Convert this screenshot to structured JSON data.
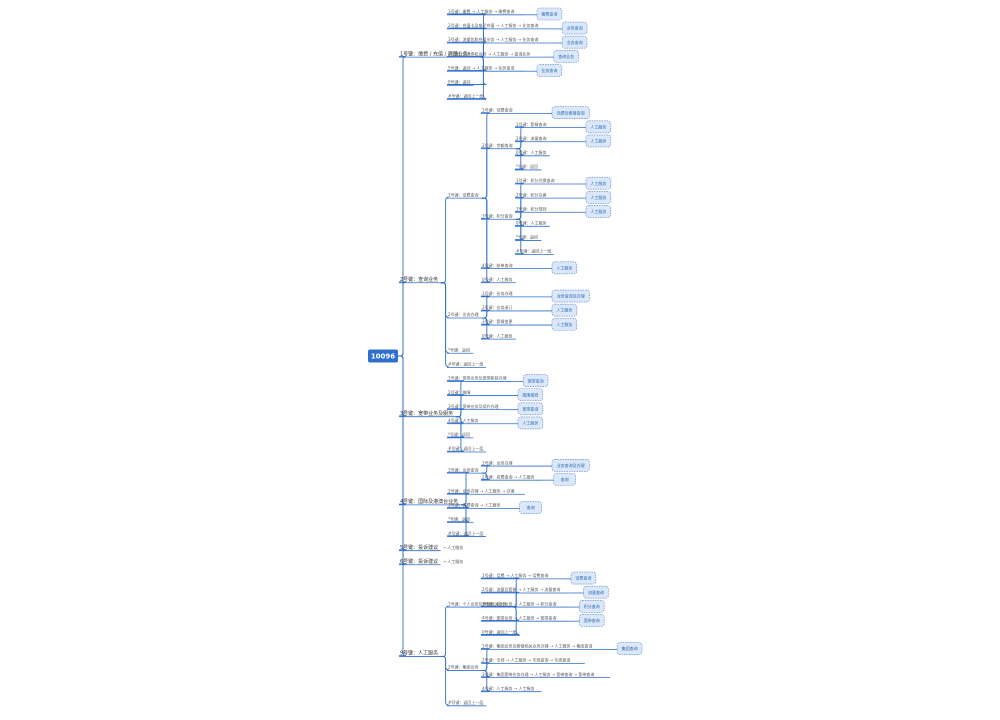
{
  "root": {
    "label": "10096"
  },
  "colors": {
    "line": "#2f6fce",
    "box_fill": "#dbe7fb",
    "box_border": "#5b82c4",
    "root_fill": "#2f6fce"
  },
  "branches": [
    {
      "label": "1号键：缴费 / 充值 / 流量业务",
      "children": [
        {
          "label": "1号键：缴费 → 人工服务 → 缴费查询",
          "tag": "缴费查询"
        },
        {
          "label": "2号键：充值卡及电子充值 → 人工服务 → 业务查询",
          "tag": "业务查询"
        },
        {
          "label": "3号键：流量包和充值业务 → 人工服务 → 业务查询",
          "tag": "业务查询"
        },
        {
          "label": "4号键：开通停机业务 → 人工服务 → 查询业务",
          "tag": "查询业务"
        },
        {
          "label": "5号键：返回 → 人工服务 → 业务查询",
          "tag": "业务查询"
        },
        {
          "label": "0号键：返回"
        },
        {
          "label": "#号键：返回上一层"
        }
      ]
    },
    {
      "label": "2号键：查询业务",
      "children": [
        {
          "label": "1号键：话费查询",
          "children": [
            {
              "label": "1号键：话费查询",
              "tag": "话费及套餐查询"
            },
            {
              "label": "2号键：余额查询",
              "children": [
                {
                  "label": "1号键：套餐查询",
                  "tag": "人工服务"
                },
                {
                  "label": "2号键：流量查询",
                  "tag": "人工服务"
                },
                {
                  "label": "0号键：人工服务"
                },
                {
                  "label": "*号键：返回"
                }
              ]
            },
            {
              "label": "3号键：积分查询",
              "children": [
                {
                  "label": "1号键：积分兑换查询",
                  "tag": "人工服务"
                },
                {
                  "label": "2号键：积分兑换",
                  "tag": "人工服务"
                },
                {
                  "label": "3号键：积分规则",
                  "tag": "人工服务"
                },
                {
                  "label": "0号键：人工服务"
                },
                {
                  "label": "*号键：返回"
                },
                {
                  "label": "#号键：返回上一层"
                }
              ]
            },
            {
              "label": "4号键：账单查询",
              "tag": "人工服务"
            },
            {
              "label": "0号键：人工服务"
            }
          ]
        },
        {
          "label": "2号键：业务办理",
          "children": [
            {
              "label": "1号键：业务办理",
              "tag": "业务查询及办理"
            },
            {
              "label": "2号键：业务退订",
              "tag": "人工服务"
            },
            {
              "label": "3号键：套餐变更",
              "tag": "人工服务"
            },
            {
              "label": "0号键：人工服务"
            }
          ]
        },
        {
          "label": "*号键：返回"
        },
        {
          "label": "#号键：返回上一层"
        }
      ]
    },
    {
      "label": "3号键：宽带业务及服务",
      "children": [
        {
          "label": "1号键：宽带业务及宽带新装办理",
          "tag": "宽带查询"
        },
        {
          "label": "2号键：故障",
          "tag": "故障报修"
        },
        {
          "label": "3号键：宽带业务及续约办理",
          "tag": "宽带查询"
        },
        {
          "label": "4号键：人工服务",
          "tag": "人工服务"
        },
        {
          "label": "*号键：返回"
        },
        {
          "label": "#号键：返回上一层"
        }
      ]
    },
    {
      "label": "4号键：国际及港澳台业务",
      "children": [
        {
          "label": "1号键：业务查询",
          "children": [
            {
              "label": "1号键：业务办理",
              "tag": "业务查询及办理"
            },
            {
              "label": "2号键：资费查询 → 人工服务",
              "tag": "查询"
            }
          ]
        },
        {
          "label": "2号键：业务办理 → 人工服务 → 办理"
        },
        {
          "label": "3号键：资费查询 → 人工服务",
          "tag": "查询"
        },
        {
          "label": "*号键：返回"
        },
        {
          "label": "#号键：返回上一层"
        }
      ]
    },
    {
      "label": "5号键：投诉建议",
      "suffix": "→ 人工服务"
    },
    {
      "label": "6号键：投诉建议",
      "suffix": "→ 人工服务"
    },
    {
      "label": "9号键：人工服务",
      "children": [
        {
          "label": "1号键：个人业务及套餐相关业务",
          "children": [
            {
              "label": "1号键：话费 → 人工服务 → 话费查询",
              "tag": "话费查询"
            },
            {
              "label": "2号键：流量及套餐 → 人工服务 → 流量查询",
              "tag": "流量查询"
            },
            {
              "label": "3号键：积分业务 → 人工服务 → 积分查询",
              "tag": "积分查询"
            },
            {
              "label": "4号键：宽带业务 → 人工服务 → 宽带查询",
              "tag": "宽带查询"
            },
            {
              "label": "0号键：返回上一层"
            }
          ]
        },
        {
          "label": "2号键：集团业务",
          "children": [
            {
              "label": "1号键：集团业务及套餐相关业务办理 → 人工服务 → 集团查询",
              "tag": "集团查询"
            },
            {
              "label": "2号键：专线 → 人工服务 → 专线查询 → 专线查询"
            },
            {
              "label": "3号键：集团宽带业务办理 → 人工服务 → 宽带查询 → 宽带查询"
            },
            {
              "label": "4号键：人工服务 → 人工服务"
            }
          ]
        },
        {
          "label": "#号键：返回上一层"
        }
      ]
    }
  ]
}
